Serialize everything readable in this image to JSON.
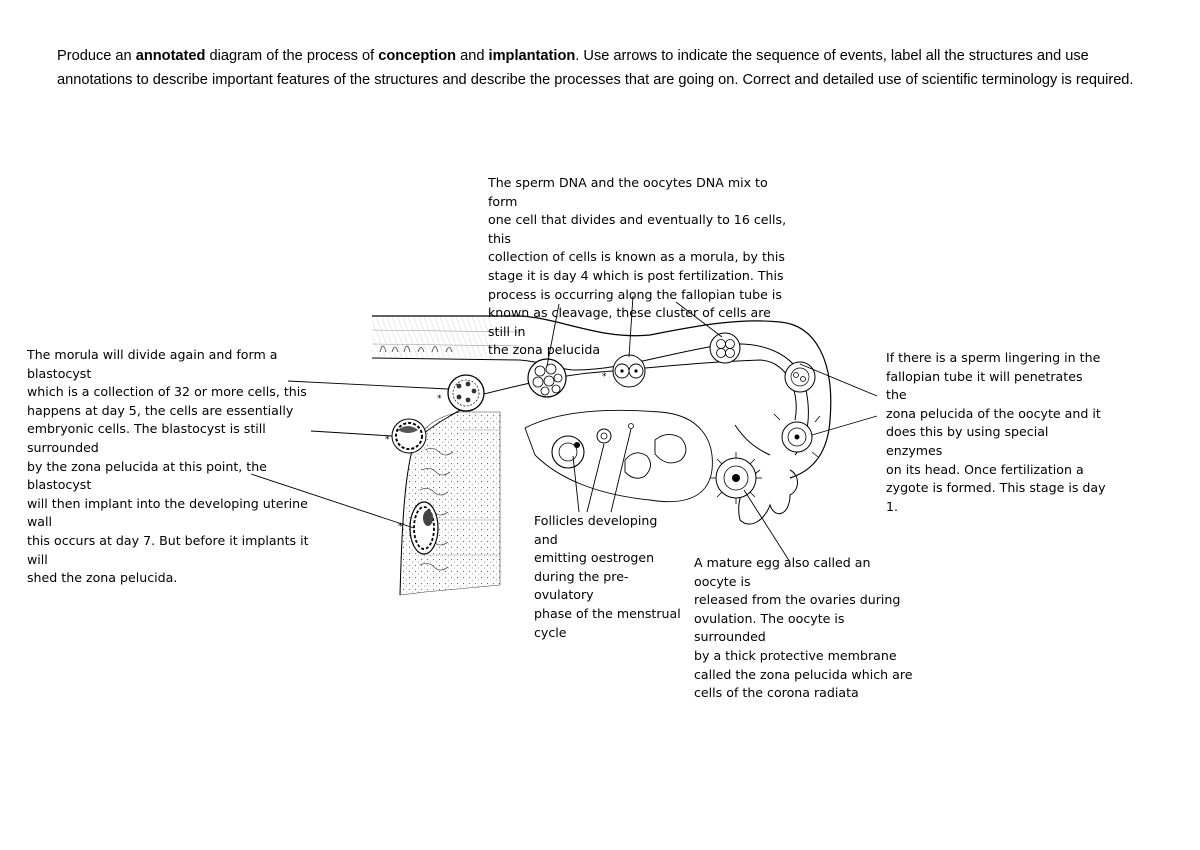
{
  "instructions": {
    "t1": "Produce an ",
    "b1": "annotated",
    "t2": " diagram of the process of ",
    "b2": "conception",
    "t3": " and ",
    "b3": "implantation",
    "t4": ". Use arrows to indicate the sequence of events, label all the structures and use annotations to describe important features of the structures and describe the processes that are going on. Correct and detailed use of scientific terminology is required."
  },
  "annotations": {
    "cleavage": "The sperm DNA and the oocytes DNA mix to form\none cell that divides and eventually to 16 cells, this\ncollection of cells is known as a morula, by this\nstage it is day 4 which is post fertilization. This\nprocess is occurring along the fallopian tube is\nknown as cleavage, these cluster of cells are still in\nthe zona pelucida",
    "blastocyst": "The morula will divide again and form a blastocyst\nwhich is a collection of 32 or more cells, this\nhappens at day 5, the cells are essentially\nembryonic cells. The blastocyst is still surrounded\nby the zona pelucida at this point, the blastocyst\nwill then implant into the developing uterine wall\nthis occurs at day 7. But before it implants it will\nshed the zona pelucida.",
    "fertilization": "If there is a sperm lingering in the\nfallopian tube it will penetrates the\nzona pelucida of the oocyte and it\ndoes this by using special enzymes\non its head. Once fertilization a\nzygote is formed. This stage is day 1.",
    "follicles": "Follicles developing and\nemitting oestrogen\nduring the pre-ovulatory\nphase of the menstrual\ncycle",
    "ovulation": "A mature egg also called an oocyte is\nreleased from the ovaries during\novulation. The oocyte is surrounded\nby a thick protective membrane\ncalled the zona pelucida which are\ncells of the corona radiata"
  },
  "colors": {
    "ink": "#000000",
    "paper": "#ffffff",
    "tissue": "#555555"
  }
}
